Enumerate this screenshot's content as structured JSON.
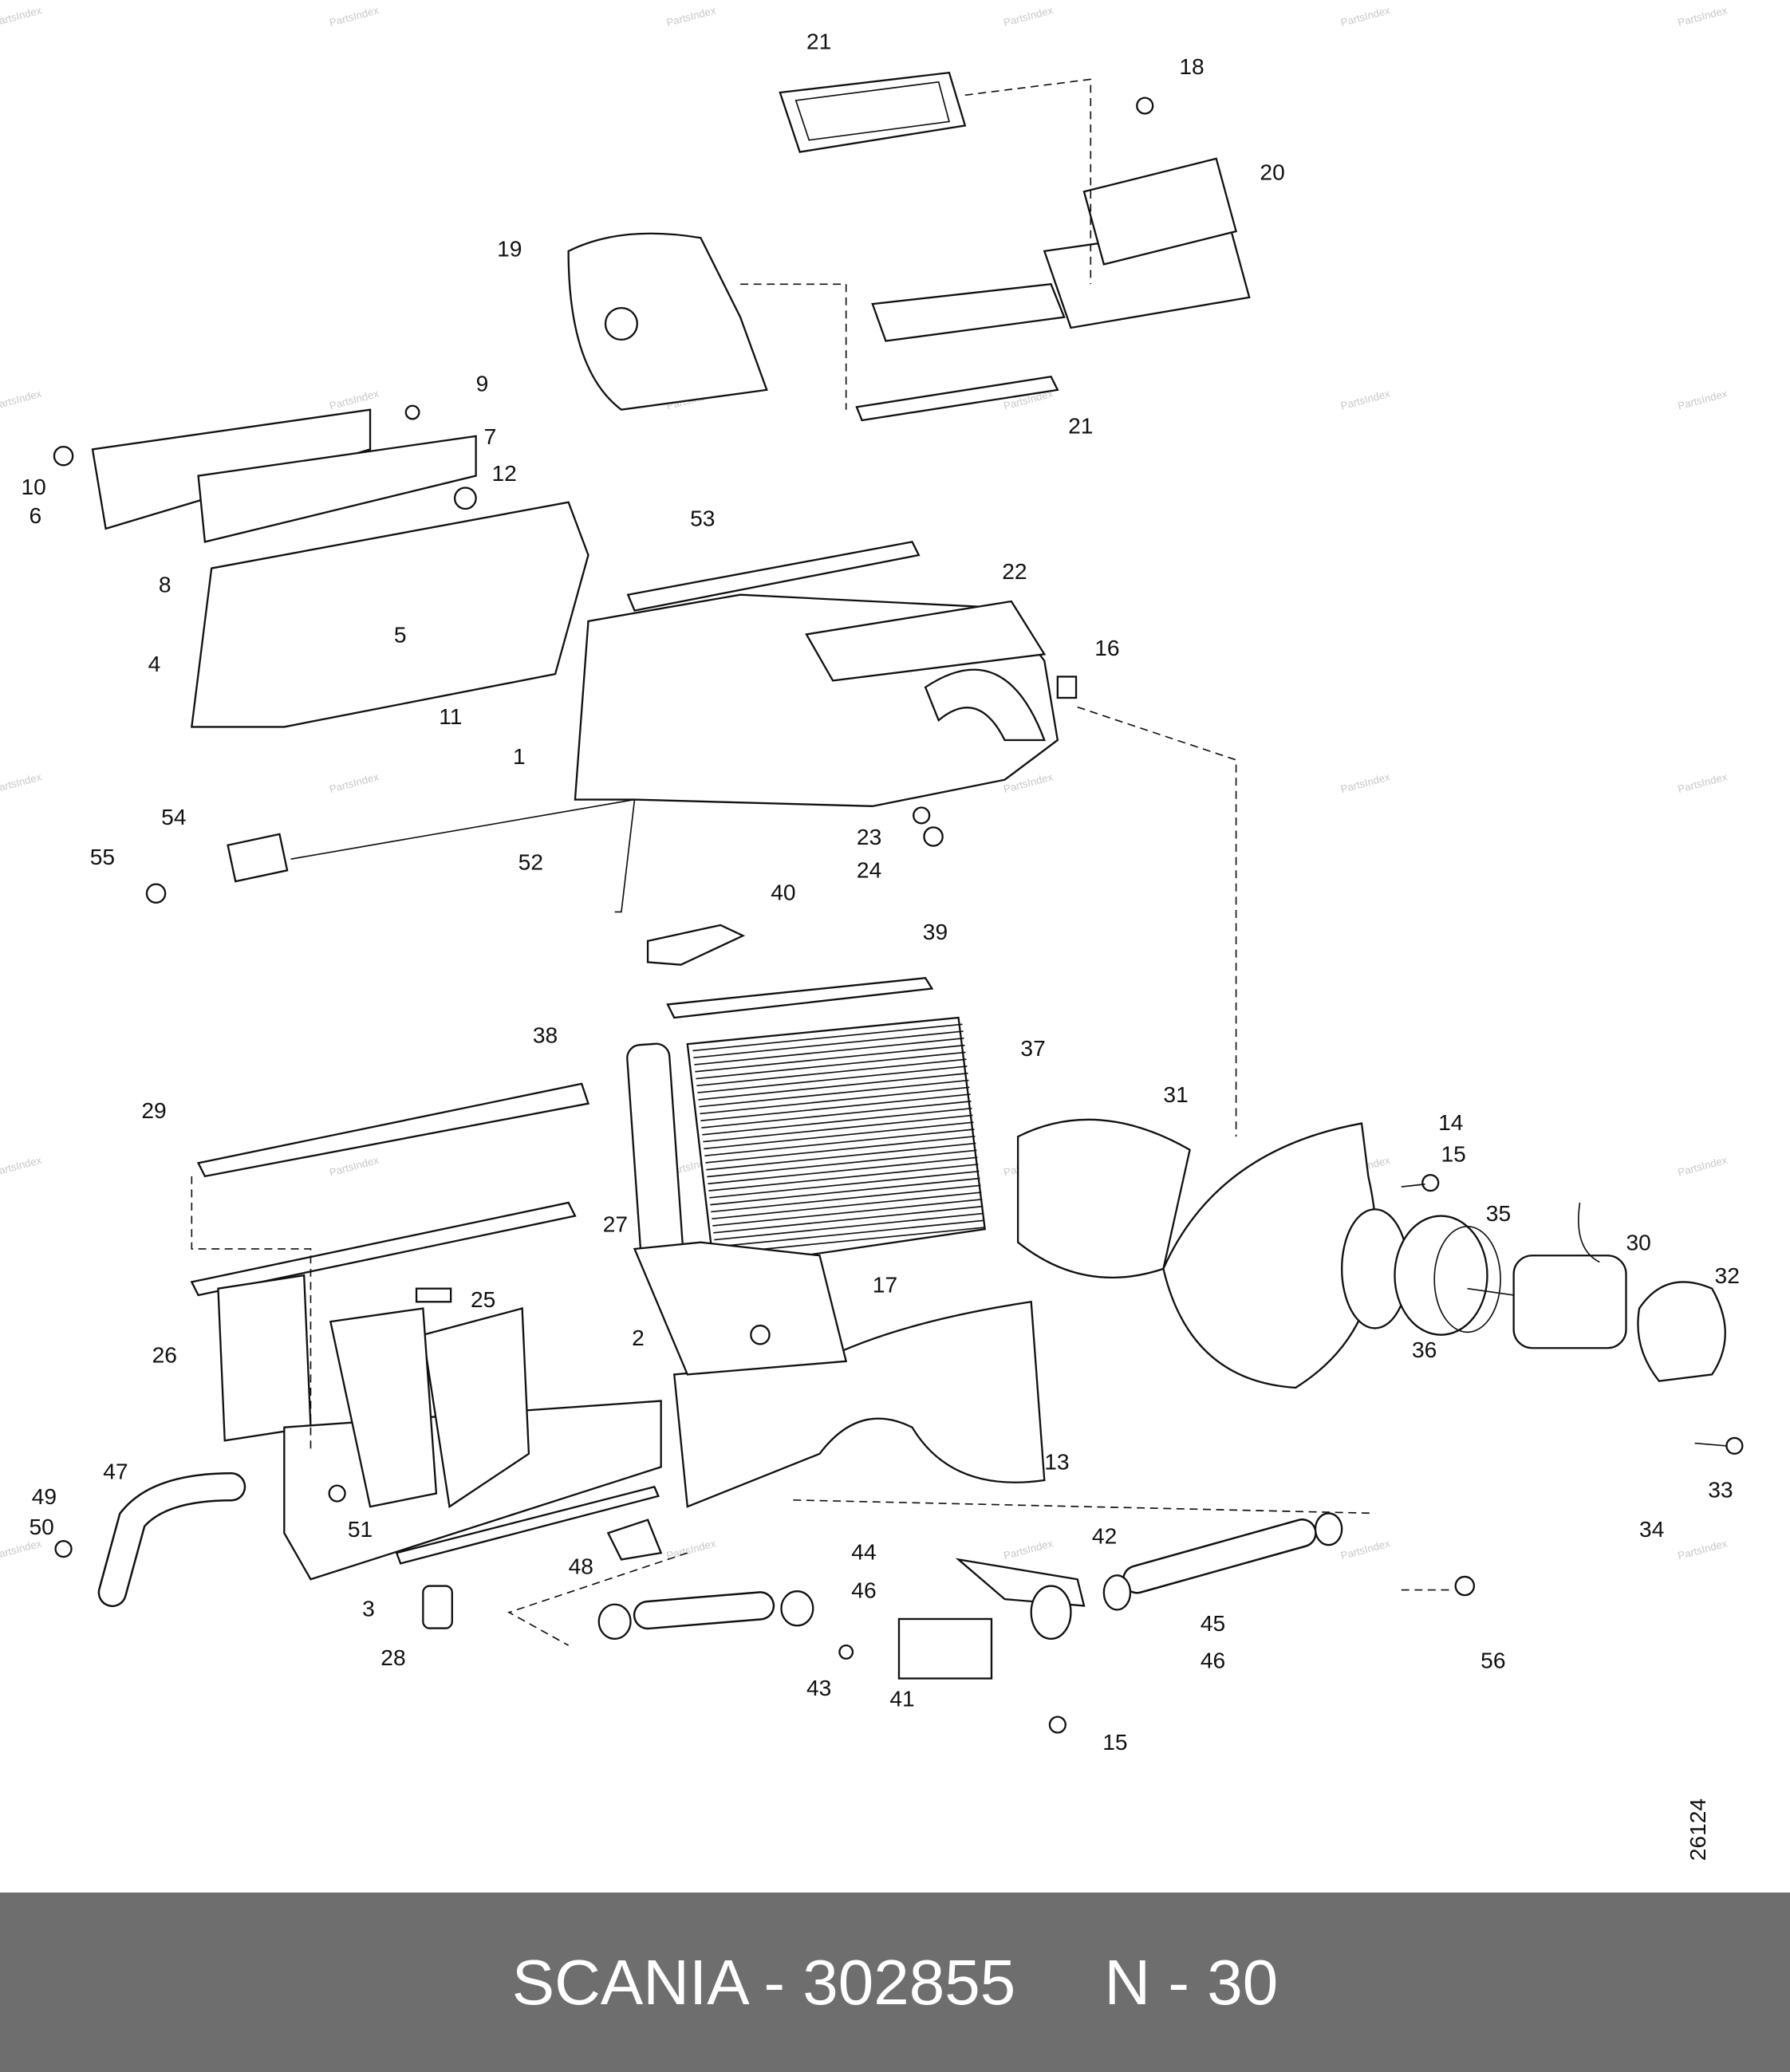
{
  "diagram": {
    "labels": [
      "21",
      "18",
      "20",
      "19",
      "9",
      "21",
      "7",
      "12",
      "10",
      "6",
      "53",
      "22",
      "8",
      "16",
      "4",
      "5",
      "11",
      "1",
      "54",
      "23",
      "55",
      "52",
      "24",
      "40",
      "39",
      "38",
      "37",
      "31",
      "29",
      "14",
      "15",
      "35",
      "27",
      "30",
      "32",
      "17",
      "25",
      "2",
      "26",
      "36",
      "13",
      "47",
      "49",
      "33",
      "51",
      "50",
      "42",
      "34",
      "44",
      "48",
      "46",
      "45",
      "3",
      "46",
      "56",
      "28",
      "43",
      "41",
      "15"
    ],
    "drawing_number": "26124",
    "watermark": "PartsIndex"
  },
  "footer": {
    "text": "SCANIA - 302855     N - 30"
  }
}
